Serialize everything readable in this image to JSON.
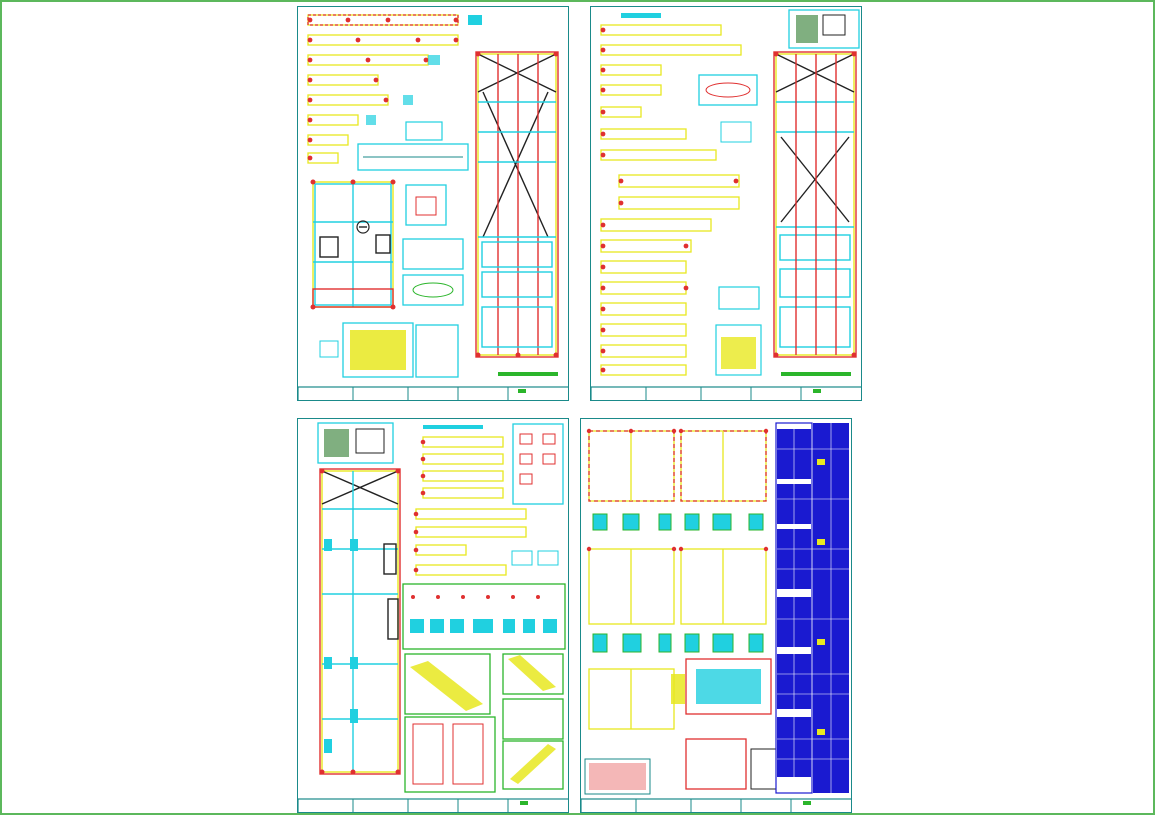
{
  "app": {
    "title": "",
    "frame_color": "#5cb85c"
  },
  "sheets": [
    {
      "id": "sheet-1",
      "kind": "plan-with-beams"
    },
    {
      "id": "sheet-2",
      "kind": "plan-with-beams"
    },
    {
      "id": "sheet-3",
      "kind": "columns-and-stairs"
    },
    {
      "id": "sheet-4",
      "kind": "foundation-and-tables"
    }
  ],
  "colors": {
    "border": "#1a8a8a",
    "beam_red": "#e03030",
    "beam_yellow": "#e8e820",
    "rebar_green": "#2bb52b",
    "cyan": "#20d0e0",
    "table_blue": "#1a1ad0",
    "line_black": "#222222",
    "orange": "#f0a020"
  }
}
